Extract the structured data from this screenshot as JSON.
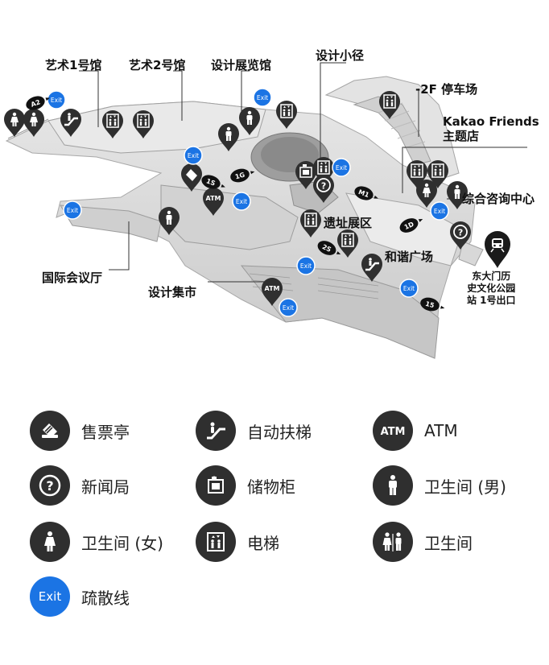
{
  "map": {
    "labels": {
      "art1": "艺术1号馆",
      "art2": "艺术2号馆",
      "design_exhibit": "设计展览馆",
      "design_path": "设计小径",
      "parking": "-2F 停车场",
      "kakao": "Kakao Friends\n主题店",
      "info_center": "综合咨询中心",
      "ruins": "遗址展区",
      "harmony": "和谐广场",
      "conference": "国际会议厅",
      "design_market": "设计集市",
      "station": "东大门历\n史文化公园\n站 1号出口"
    },
    "exit_text": "Exit",
    "atm_text": "ATM",
    "gate_codes": [
      "A2",
      "1S",
      "1G",
      "M1",
      "1D",
      "2S",
      "15"
    ]
  },
  "legend": {
    "items": [
      {
        "key": "ticket",
        "icon": "ticket-booth-icon",
        "label": "售票亭"
      },
      {
        "key": "escalator",
        "icon": "escalator-icon",
        "label": "自动扶梯"
      },
      {
        "key": "atm",
        "icon": "atm-icon",
        "label": "ATM"
      },
      {
        "key": "info",
        "icon": "information-icon",
        "label": "新闻局"
      },
      {
        "key": "locker",
        "icon": "locker-icon",
        "label": "储物柜"
      },
      {
        "key": "male",
        "icon": "mens-restroom-icon",
        "label": "卫生间 (男)"
      },
      {
        "key": "female",
        "icon": "womens-restroom-icon",
        "label": "卫生间 (女)"
      },
      {
        "key": "elevator",
        "icon": "elevator-icon",
        "label": "电梯"
      },
      {
        "key": "restroom",
        "icon": "restroom-icon",
        "label": "卫生间"
      },
      {
        "key": "exit",
        "icon": "exit-icon",
        "label": "疏散线"
      }
    ]
  },
  "colors": {
    "pin": "#2f2f2f",
    "exit": "#1b74e4",
    "floor": "#dcdcdc",
    "floor_dark": "#bdbdbd",
    "leader": "#333333"
  }
}
